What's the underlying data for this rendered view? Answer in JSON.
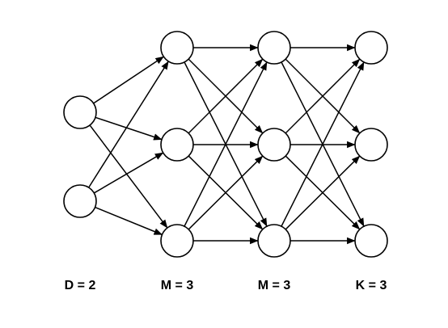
{
  "diagram": {
    "layers": [
      {
        "id": "input",
        "label": "D = 2",
        "node_count": 2
      },
      {
        "id": "hidden-1",
        "label": "M = 3",
        "node_count": 3
      },
      {
        "id": "hidden-2",
        "label": "M = 3",
        "node_count": 3
      },
      {
        "id": "output",
        "label": "K = 3",
        "node_count": 3
      }
    ],
    "connectivity": "fully-connected",
    "edge_style": "arrow",
    "colors": {
      "stroke": "#000000",
      "node_fill": "#ffffff",
      "background": "#ffffff"
    }
  }
}
